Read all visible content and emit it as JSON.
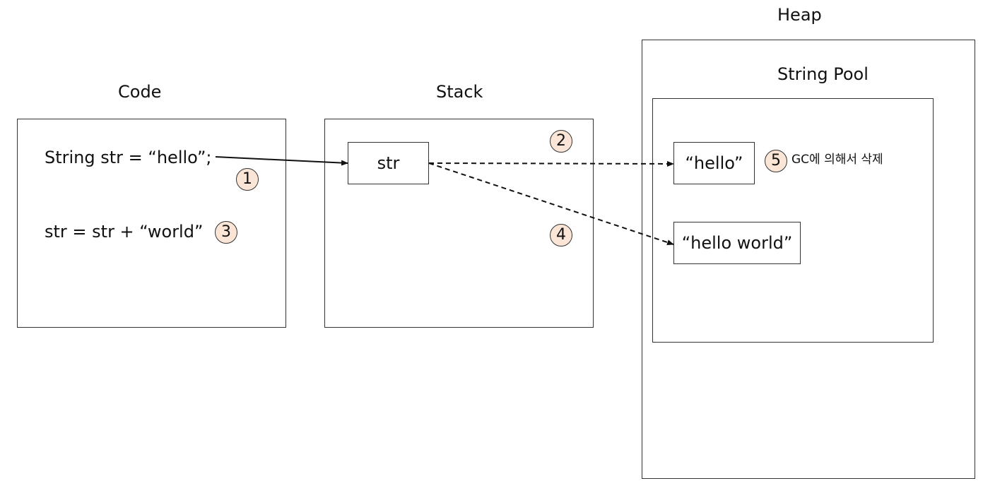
{
  "labels": {
    "code": "Code",
    "stack": "Stack",
    "heap": "Heap",
    "string_pool": "String Pool"
  },
  "code_lines": [
    "String str = “hello”;",
    "str = str + “world”"
  ],
  "stack_variable": "str",
  "pool_entries": [
    "“hello”",
    "“hello world”"
  ],
  "steps": [
    "1",
    "2",
    "3",
    "4",
    "5"
  ],
  "gc_note": "GC에 의해서 삭제",
  "colors": {
    "step_fill": "#fbe5d6",
    "stroke": "#333333"
  }
}
